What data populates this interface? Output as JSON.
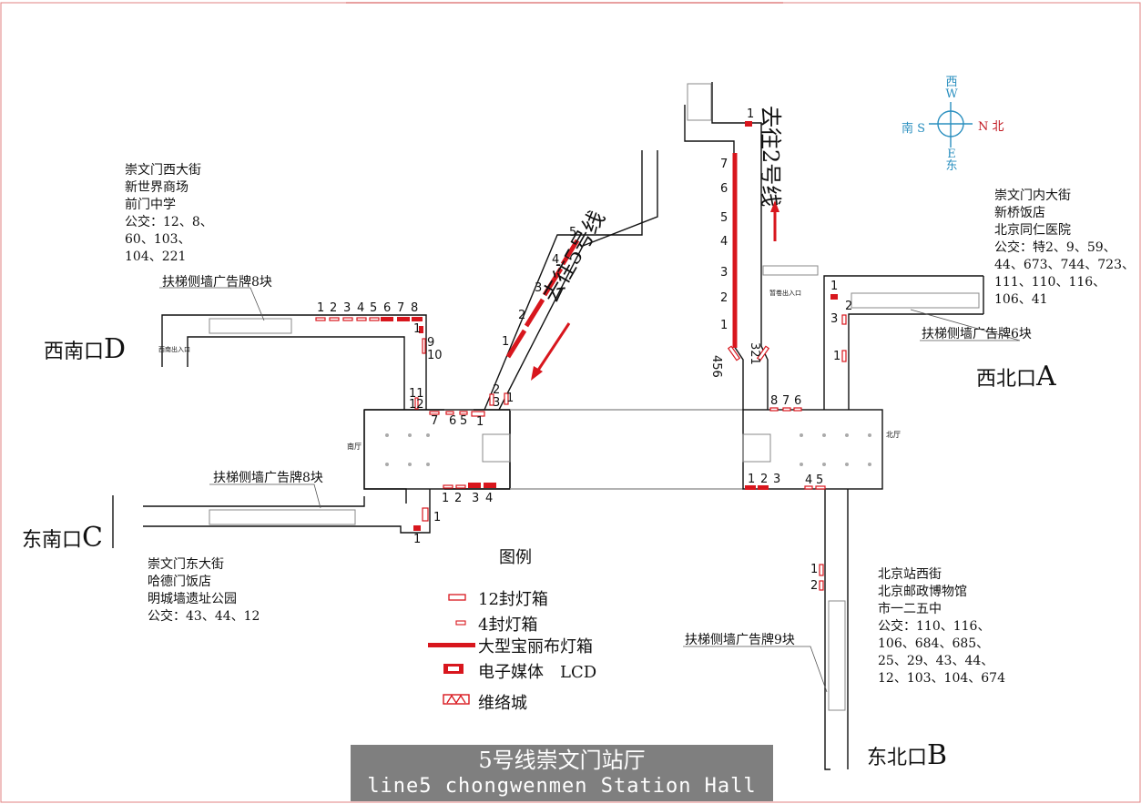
{
  "exits": {
    "D": {
      "name": "西南口",
      "letter": "D"
    },
    "C": {
      "name": "东南口",
      "letter": "C"
    },
    "A": {
      "name": "西北口",
      "letter": "A"
    },
    "B": {
      "name": "东北口",
      "letter": "B"
    }
  },
  "destinations": {
    "northwest": "崇文门西大街\n新世界商场\n前门中学\n公交：12、8、\n60、103、\n104、221",
    "southwest": "崇文门东大街\n哈德门饭店\n明城墙遗址公园\n公交：43、44、12",
    "northeast": "崇文门内大街\n新桥饭店\n北京同仁医院\n公交：特2、9、59、\n44、673、744、723、\n111、110、116、\n106、41",
    "southeast": "北京站西街\n北京邮政博物馆\n市一二五中\n公交：110、116、\n106、684、685、\n25、29、43、44、\n12、103、104、674"
  },
  "notes": {
    "escalator_d": "扶梯侧墙广告牌8块",
    "escalator_c": "扶梯侧墙广告牌8块",
    "escalator_a": "扶梯侧墙广告牌6块",
    "escalator_b": "扶梯侧墙广告牌9块"
  },
  "directions": {
    "line5": "去往5号线",
    "line2": "去往2号线"
  },
  "halls": {
    "south": "南厅",
    "north": "北厅"
  },
  "small_labels": {
    "sw_exit": "西南出入口",
    "nw_exit": "暂卷出入口"
  },
  "numbers": {
    "d_corridor": [
      "1",
      "2",
      "3",
      "4",
      "5",
      "6",
      "7",
      "8"
    ],
    "d_side": [
      "1",
      "9",
      "10"
    ],
    "d_side2": [
      "11",
      "12"
    ],
    "south_top": [
      "7",
      "6",
      "5",
      "1"
    ],
    "south_bottom": [
      "1",
      "2",
      "3",
      "4"
    ],
    "c_exit": [
      "1",
      "1"
    ],
    "line5_ramp": [
      "1",
      "2",
      "3",
      "4",
      "5"
    ],
    "line5_entry": [
      "2",
      "3",
      "1"
    ],
    "line2_ramp": [
      "7",
      "6",
      "5",
      "4",
      "3",
      "2",
      "1"
    ],
    "line2_top": "1",
    "line2_low_left": "456",
    "line2_low_right": "321",
    "north_top": [
      "8",
      "7",
      "6"
    ],
    "north_bottom": [
      "1",
      "2",
      "3",
      "4",
      "5"
    ],
    "a_exit": [
      "1",
      "2",
      "3",
      "1"
    ],
    "b_exit": [
      "1",
      "2"
    ]
  },
  "legend": {
    "title": "图例",
    "items": [
      {
        "label": "12封灯箱",
        "icon": "lightbox-12-icon"
      },
      {
        "label": "4封灯箱",
        "icon": "lightbox-4-icon"
      },
      {
        "label": "大型宝丽布灯箱",
        "icon": "large-banner-icon"
      },
      {
        "label": "电子媒体　LCD",
        "icon": "lcd-icon"
      },
      {
        "label": "维络城",
        "icon": "velo-city-icon"
      }
    ]
  },
  "compass": {
    "W": "西 W",
    "E": "E 东",
    "S": "南 S",
    "N": "N 北"
  },
  "title": {
    "cn": "5号线崇文门站厅",
    "en": "line5 chongwenmen Station Hall"
  },
  "colors": {
    "ad_red": "#d8161d",
    "wall": "#111111",
    "compass": "#2a8fbf",
    "title_bg": "#7f7f7f"
  }
}
